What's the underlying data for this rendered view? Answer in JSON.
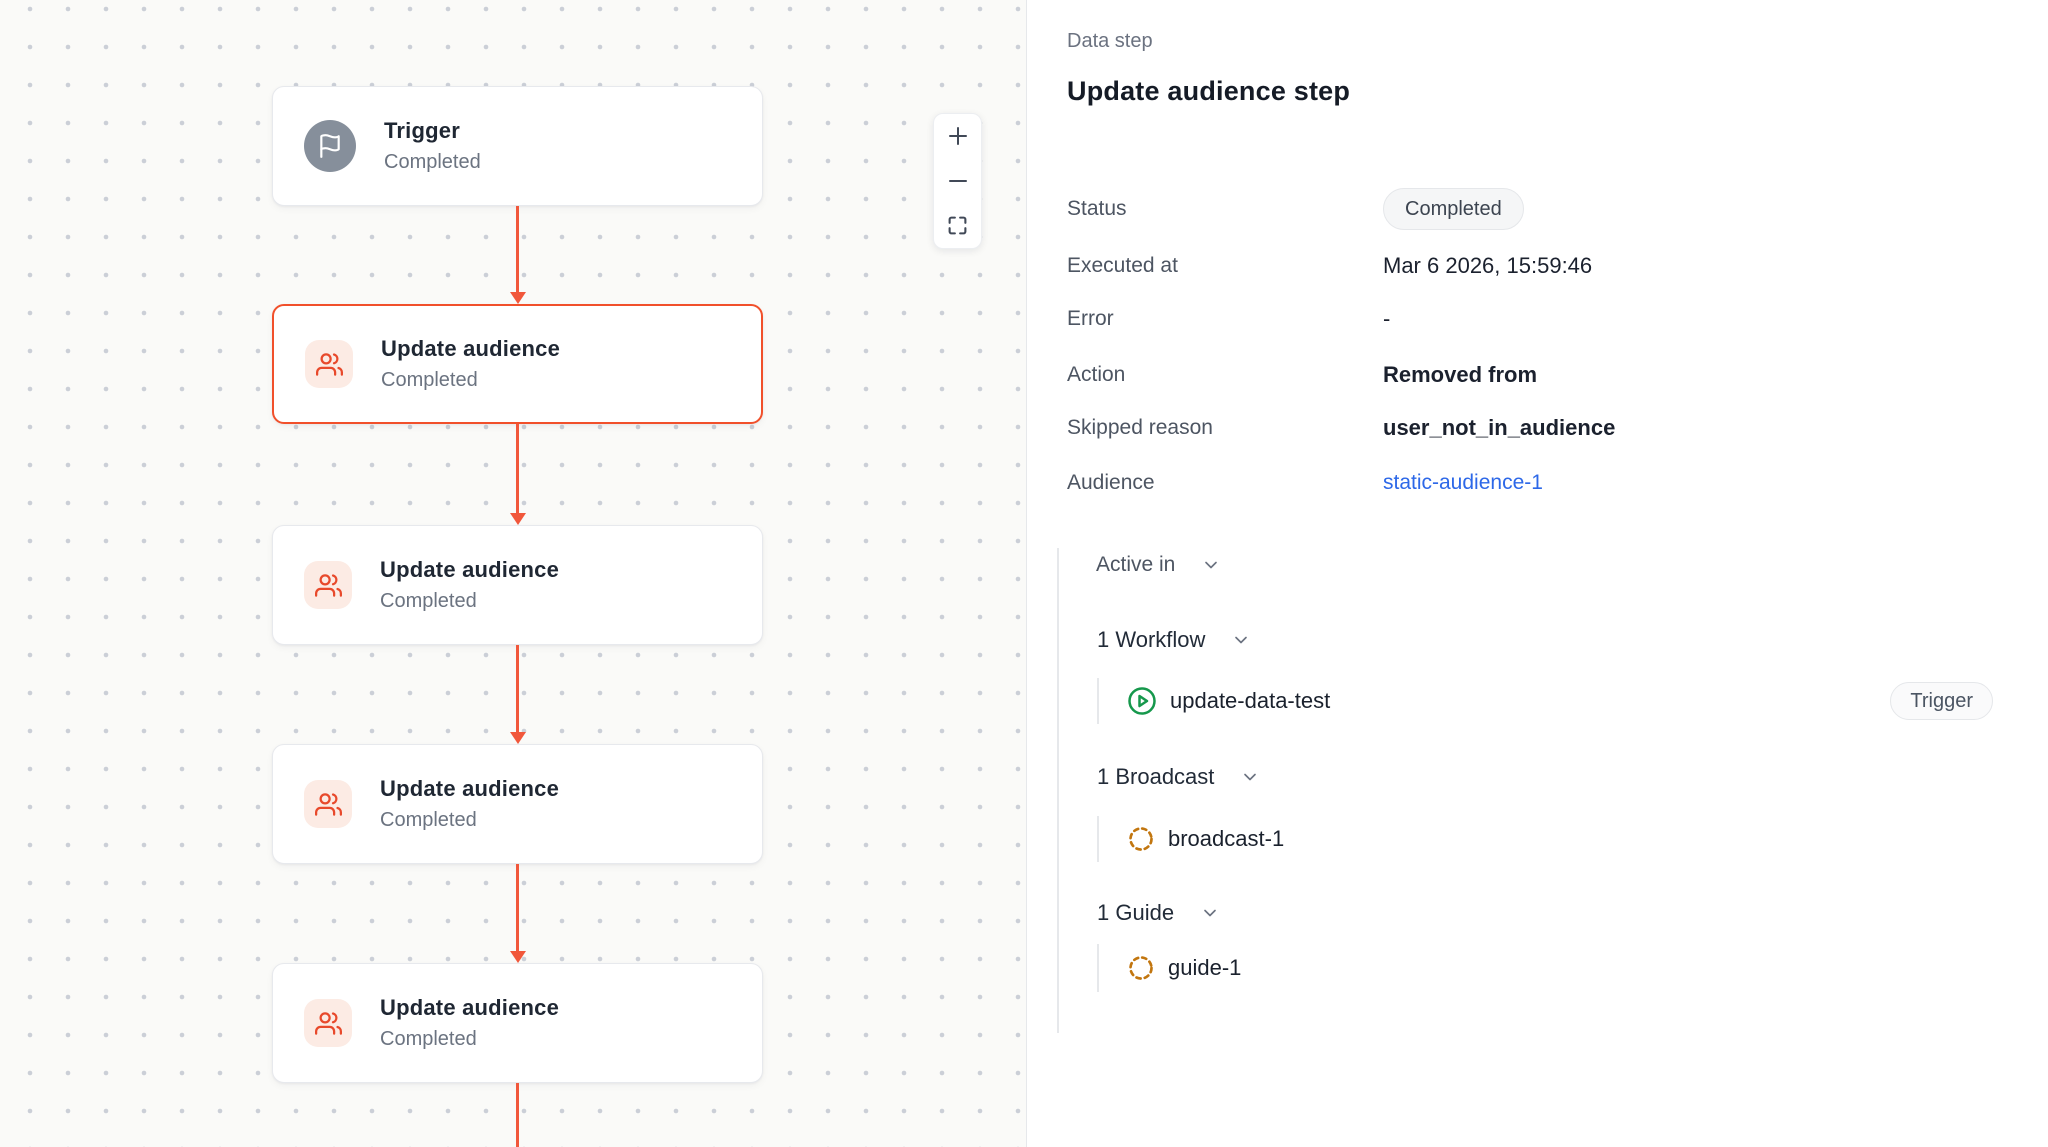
{
  "canvas": {
    "nodes": [
      {
        "title": "Trigger",
        "status": "Completed",
        "icon": "flag-icon"
      },
      {
        "title": "Update audience",
        "status": "Completed",
        "icon": "users-icon",
        "selected": true
      },
      {
        "title": "Update audience",
        "status": "Completed",
        "icon": "users-icon"
      },
      {
        "title": "Update audience",
        "status": "Completed",
        "icon": "users-icon"
      },
      {
        "title": "Update audience",
        "status": "Completed",
        "icon": "users-icon"
      }
    ],
    "zoom_controls": {
      "zoom_in": "+",
      "zoom_out": "−",
      "fit_view": "fit-view"
    }
  },
  "panel": {
    "eyebrow": "Data step",
    "title": "Update audience step",
    "details": [
      {
        "label": "Status",
        "value": "Completed",
        "type": "badge"
      },
      {
        "label": "Executed at",
        "value": "Mar 6 2026, 15:59:46",
        "type": "text"
      },
      {
        "label": "Error",
        "value": "-",
        "type": "text"
      },
      {
        "label": "Action",
        "value": "Removed from",
        "type": "strong"
      },
      {
        "label": "Skipped reason",
        "value": "user_not_in_audience",
        "type": "strong"
      },
      {
        "label": "Audience",
        "value": "static-audience-1",
        "type": "link"
      }
    ],
    "active_in": {
      "label": "Active in",
      "groups": [
        {
          "label": "1 Workflow",
          "item": {
            "name": "update-data-test",
            "icon": "play-circle-icon",
            "badge": "Trigger"
          }
        },
        {
          "label": "1 Broadcast",
          "item": {
            "name": "broadcast-1",
            "icon": "dashed-circle-icon"
          }
        },
        {
          "label": "1 Guide",
          "item": {
            "name": "guide-1",
            "icon": "dashed-circle-icon"
          }
        }
      ]
    }
  },
  "colors": {
    "accent_red": "#f1502b",
    "edge_red": "#f1573b",
    "icon_green": "#16984c",
    "icon_amber": "#c2760f",
    "link_blue": "#2d68e8",
    "node_icon_bg": "#fcebe4",
    "trigger_icon_bg": "#868f9b"
  }
}
